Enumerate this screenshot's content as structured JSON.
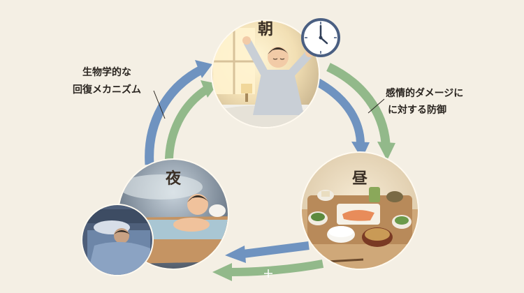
{
  "nodes": {
    "morning": {
      "label": "朝",
      "icon": "clock-icon",
      "scene": "man-stretching-in-bed-at-sunrise"
    },
    "noon": {
      "label": "昼",
      "icon": "meal-tray-icon",
      "scene": "japanese-set-meal-with-salmon-rice-miso"
    },
    "night": {
      "label": "夜",
      "icon": "bath-icon",
      "scene": "man-in-bathtub-and-sleeping-in-bed"
    }
  },
  "annotations": {
    "left": {
      "line1": "生物学的な",
      "line2": "回復メカニズム"
    },
    "right": {
      "line1": "感情的ダメージに",
      "line2": "に対する防御"
    }
  },
  "colors": {
    "background": "#f4efe4",
    "blue_arrow": "#6f93c0",
    "green_arrow": "#92b98a",
    "text": "#2a2520"
  }
}
